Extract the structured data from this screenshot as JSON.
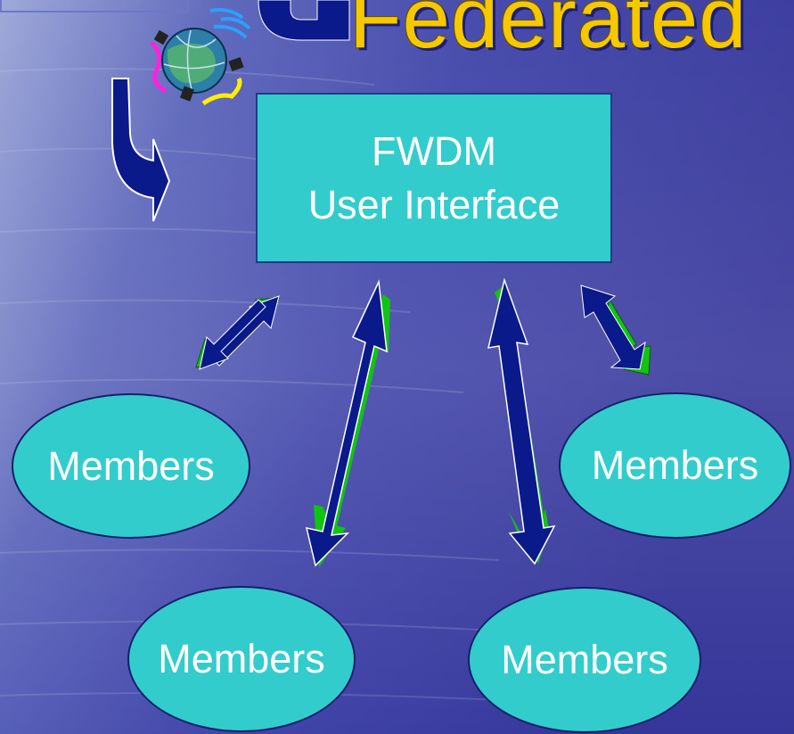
{
  "slide": {
    "title": "Federated",
    "box": {
      "line1": "FWDM",
      "line2": "User Interface"
    },
    "members": [
      "Members",
      "Members",
      "Members",
      "Members"
    ]
  },
  "colors": {
    "shape_fill": "#33cccc",
    "arrow_blue": "#0a1a8a",
    "arrow_green": "#11c411",
    "title_color": "#f5c800"
  },
  "icons": [
    "globe-satellite-icon",
    "curved-arrow-icon"
  ]
}
